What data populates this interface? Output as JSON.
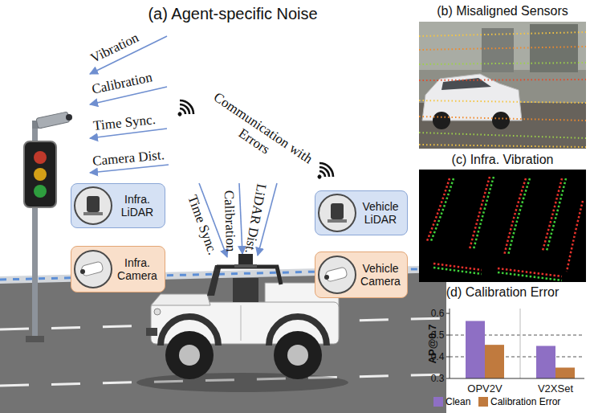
{
  "diagram": {
    "nodes": [
      {
        "text": [
          "Infra. LiDAR"
        ]
      },
      {
        "text": [
          "Infra. Camera"
        ]
      },
      {
        "text": [
          "Vehicle LiDAR"
        ]
      },
      {
        "text": [
          "Vehicle Camera"
        ]
      },
      {
        "text": [
          "(b) Misaligned Sensors"
        ]
      },
      {
        "text": [
          "(c) Infra. Vibration"
        ]
      },
      {
        "text": [
          "(d) Calibration Error"
        ]
      }
    ],
    "labels": [
      "(a) Agent-specific Noise",
      "Vibration",
      "Calibration",
      "Time Sync.",
      "Camera Dist.",
      "Communication with Errors",
      "Time Sync.",
      "Calibration",
      "LiDAR Dist.",
      "AP@0.7",
      "0.6",
      "0.5",
      "0.4",
      "0.3",
      "OPV2V",
      "V2XSet"
    ],
    "legend": [
      {
        "text": "Clean",
        "color": "#8e6fc4"
      },
      {
        "text": "Calibration Error",
        "color": "#c07a3e"
      }
    ]
  }
}
